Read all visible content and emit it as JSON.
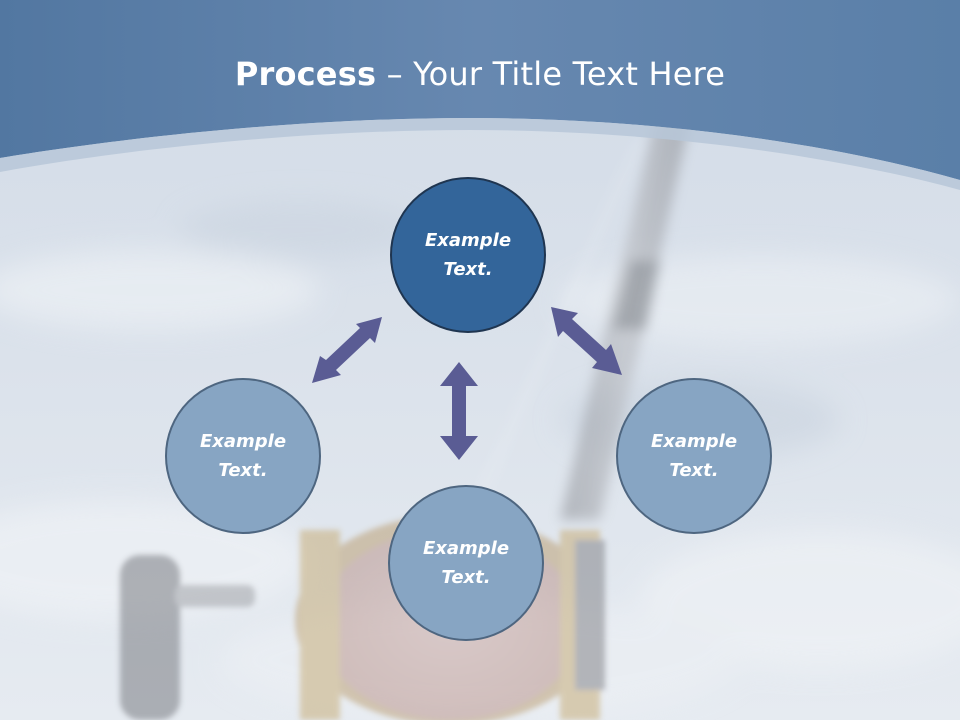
{
  "title": {
    "bold": "Process",
    "rest": " – Your Title Text Here"
  },
  "nodes": {
    "top": {
      "line1": "Example",
      "line2": "Text."
    },
    "left": {
      "line1": "Example",
      "line2": "Text."
    },
    "right": {
      "line1": "Example",
      "line2": "Text."
    },
    "bottom": {
      "line1": "Example",
      "line2": "Text."
    }
  },
  "colors": {
    "header_band": "#5a7ea6",
    "accent_node": "#33659a",
    "secondary_node": "#87a5c3",
    "arrow": "#5a5c94",
    "background_sky": "#dfe6ef"
  },
  "icons": {
    "arrows": "double-headed-arrow",
    "background": "fishing-reel-photo"
  }
}
